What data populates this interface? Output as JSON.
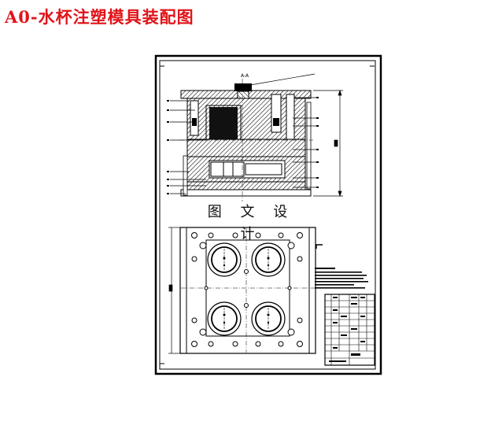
{
  "title": "A0-水杯注塑模具装配图",
  "watermark": "图 文 设 计",
  "section_label": "A-A",
  "colors": {
    "title": "#e0141a",
    "line": "#000000",
    "paper": "#ffffff"
  }
}
